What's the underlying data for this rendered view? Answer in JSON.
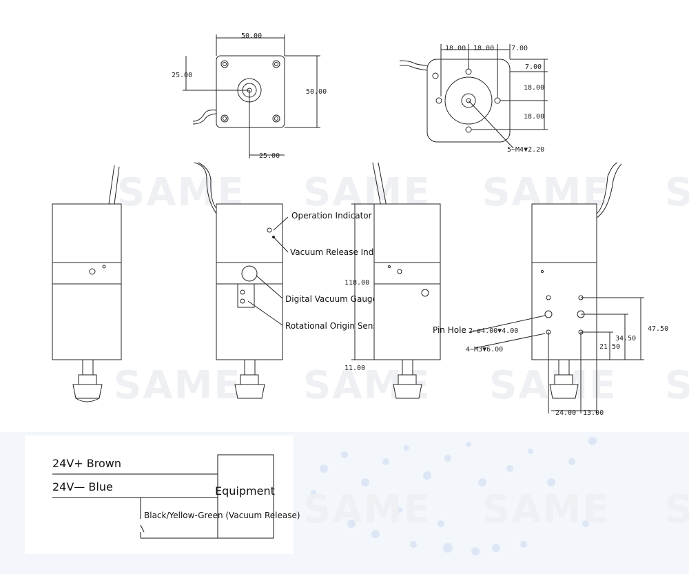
{
  "watermark": "SAME",
  "top_views": {
    "left": {
      "width": "50.00",
      "height": "50.00",
      "offset_y": "25.00",
      "offset_x": "25.00"
    },
    "right": {
      "d1": "18.00",
      "d2": "18.00",
      "d3": "7.00",
      "v1": "7.00",
      "v2": "18.00",
      "v3": "18.00",
      "thread": "5−M4▼2.20"
    }
  },
  "side_views": {
    "labels": {
      "operation_indicator": "Operation Indicator",
      "vacuum_release_indicator": "Vacuum Release Indicator",
      "digital_vacuum_gauge": "Digital Vacuum Gauge",
      "rotational_origin_sensor": "Rotational Origin Sensor",
      "pin_hole": "Pin Hole"
    },
    "dims": {
      "body_height": "118.00",
      "shaft": "11.00",
      "pin_spec": "2−ø4.00▼4.00",
      "thread_spec": "4−M3▼6.00",
      "h1": "47.50",
      "h2": "34.50",
      "h3": "21.50",
      "w1": "24.00",
      "w2": "13.00"
    }
  },
  "wiring": {
    "brown": "24V+ Brown",
    "blue": "24V— Blue",
    "equipment": "Equipment",
    "signal": "Black/Yellow-Green (Vacuum Release)"
  }
}
